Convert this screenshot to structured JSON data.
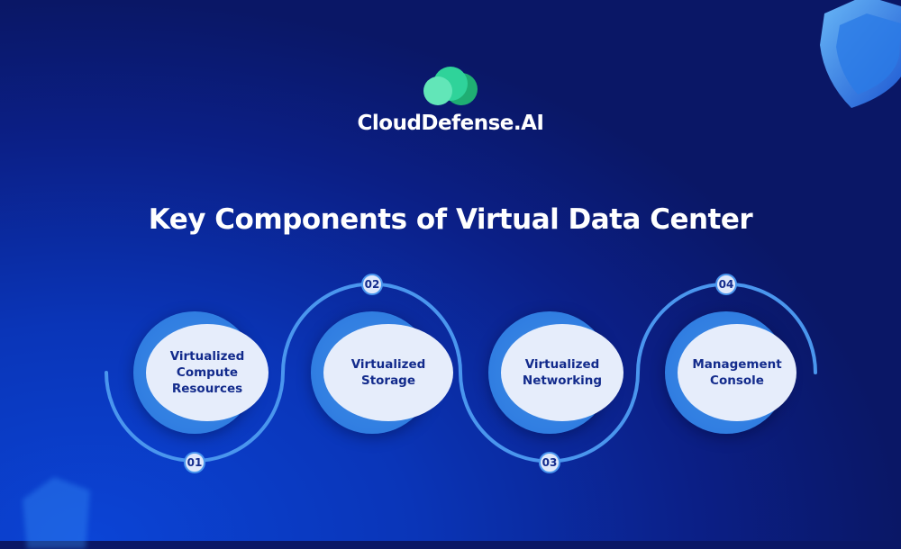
{
  "brand": {
    "name": "CloudDefense.AI"
  },
  "title": "Key Components of Virtual Data Center",
  "components": [
    {
      "number": "01",
      "label": "Virtualized Compute Resources"
    },
    {
      "number": "02",
      "label": "Virtualized Storage"
    },
    {
      "number": "03",
      "label": "Virtualized Networking"
    },
    {
      "number": "04",
      "label": "Management Console"
    }
  ],
  "colors": {
    "accent": "#3f8ee8",
    "text_dark": "#132b8c",
    "logo_green": "#2fd39a"
  }
}
